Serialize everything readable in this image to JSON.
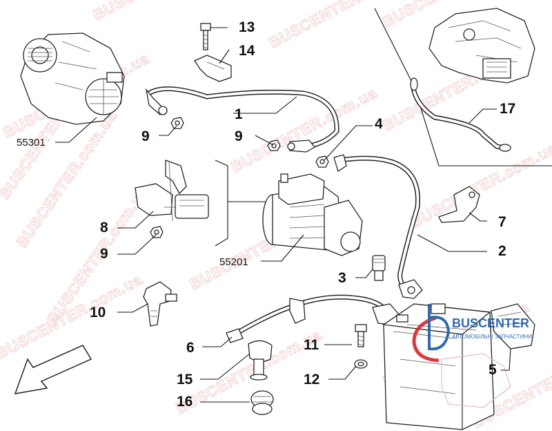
{
  "callouts": {
    "c13": "13",
    "c14": "14",
    "c1": "1",
    "c9a": "9",
    "c9b": "9",
    "c4": "4",
    "c17": "17",
    "c8": "8",
    "c9c": "9",
    "c7": "7",
    "c2": "2",
    "c3": "3",
    "c10": "10",
    "c6": "6",
    "c11": "11",
    "c5": "5",
    "c15": "15",
    "c12": "12",
    "c16": "16",
    "alternator_code": "55301",
    "starter_code": "55201"
  },
  "watermark": {
    "site": "BUSCENTER.com.ua",
    "brand": "BUSCENTER",
    "brand_sub": "АВТОМОБІЛЬНІ ЗАПЧАСТИНИ"
  },
  "colors": {
    "brand_red": "#d7262b",
    "brand_blue": "#1c5aa6",
    "watermark": "#f2c4c4"
  }
}
